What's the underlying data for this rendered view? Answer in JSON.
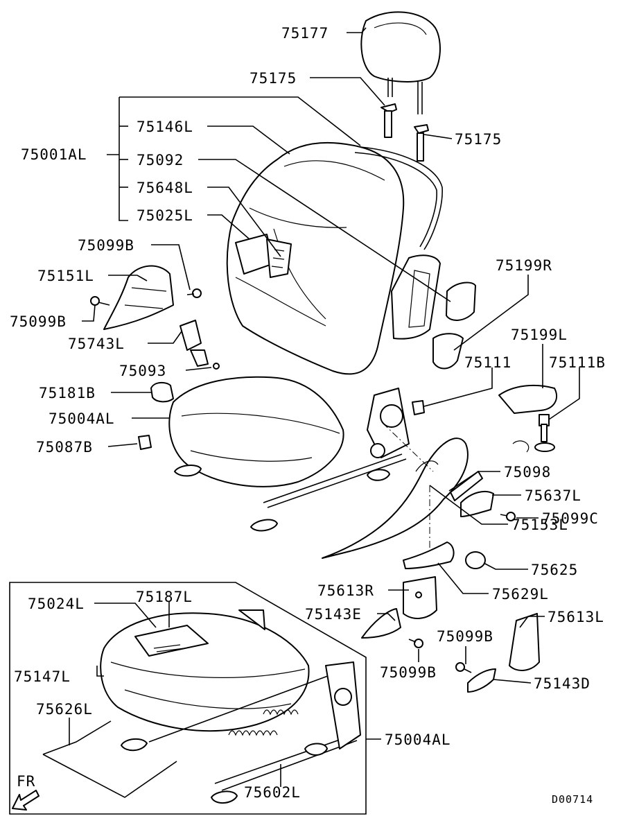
{
  "diagram_code": "D00714",
  "direction_label": "FR",
  "callouts": [
    {
      "id": "c1",
      "text": "75177"
    },
    {
      "id": "c2",
      "text": "75175"
    },
    {
      "id": "c3",
      "text": "75175"
    },
    {
      "id": "c4",
      "text": "75146L"
    },
    {
      "id": "c5",
      "text": "75001AL"
    },
    {
      "id": "c6",
      "text": "75092"
    },
    {
      "id": "c7",
      "text": "75648L"
    },
    {
      "id": "c8",
      "text": "75025L"
    },
    {
      "id": "c9",
      "text": "75099B"
    },
    {
      "id": "c10",
      "text": "75151L"
    },
    {
      "id": "c11",
      "text": "75099B"
    },
    {
      "id": "c12",
      "text": "75199R"
    },
    {
      "id": "c13",
      "text": "75743L"
    },
    {
      "id": "c14",
      "text": "75199L"
    },
    {
      "id": "c15",
      "text": "75093"
    },
    {
      "id": "c16",
      "text": "75111"
    },
    {
      "id": "c17",
      "text": "75111B"
    },
    {
      "id": "c18",
      "text": "75181B"
    },
    {
      "id": "c19",
      "text": "75004AL"
    },
    {
      "id": "c20",
      "text": "75087B"
    },
    {
      "id": "c21",
      "text": "75098"
    },
    {
      "id": "c22",
      "text": "75637L"
    },
    {
      "id": "c23",
      "text": "75099C"
    },
    {
      "id": "c24",
      "text": "75153L"
    },
    {
      "id": "c25",
      "text": "75625"
    },
    {
      "id": "c26",
      "text": "75613R"
    },
    {
      "id": "c27",
      "text": "75629L"
    },
    {
      "id": "c28",
      "text": "75024L"
    },
    {
      "id": "c29",
      "text": "75187L"
    },
    {
      "id": "c30",
      "text": "75143E"
    },
    {
      "id": "c31",
      "text": "75613L"
    },
    {
      "id": "c32",
      "text": "75099B"
    },
    {
      "id": "c33",
      "text": "75147L"
    },
    {
      "id": "c34",
      "text": "75099B"
    },
    {
      "id": "c35",
      "text": "75143D"
    },
    {
      "id": "c36",
      "text": "75626L"
    },
    {
      "id": "c37",
      "text": "75004AL"
    },
    {
      "id": "c38",
      "text": "75602L"
    }
  ]
}
